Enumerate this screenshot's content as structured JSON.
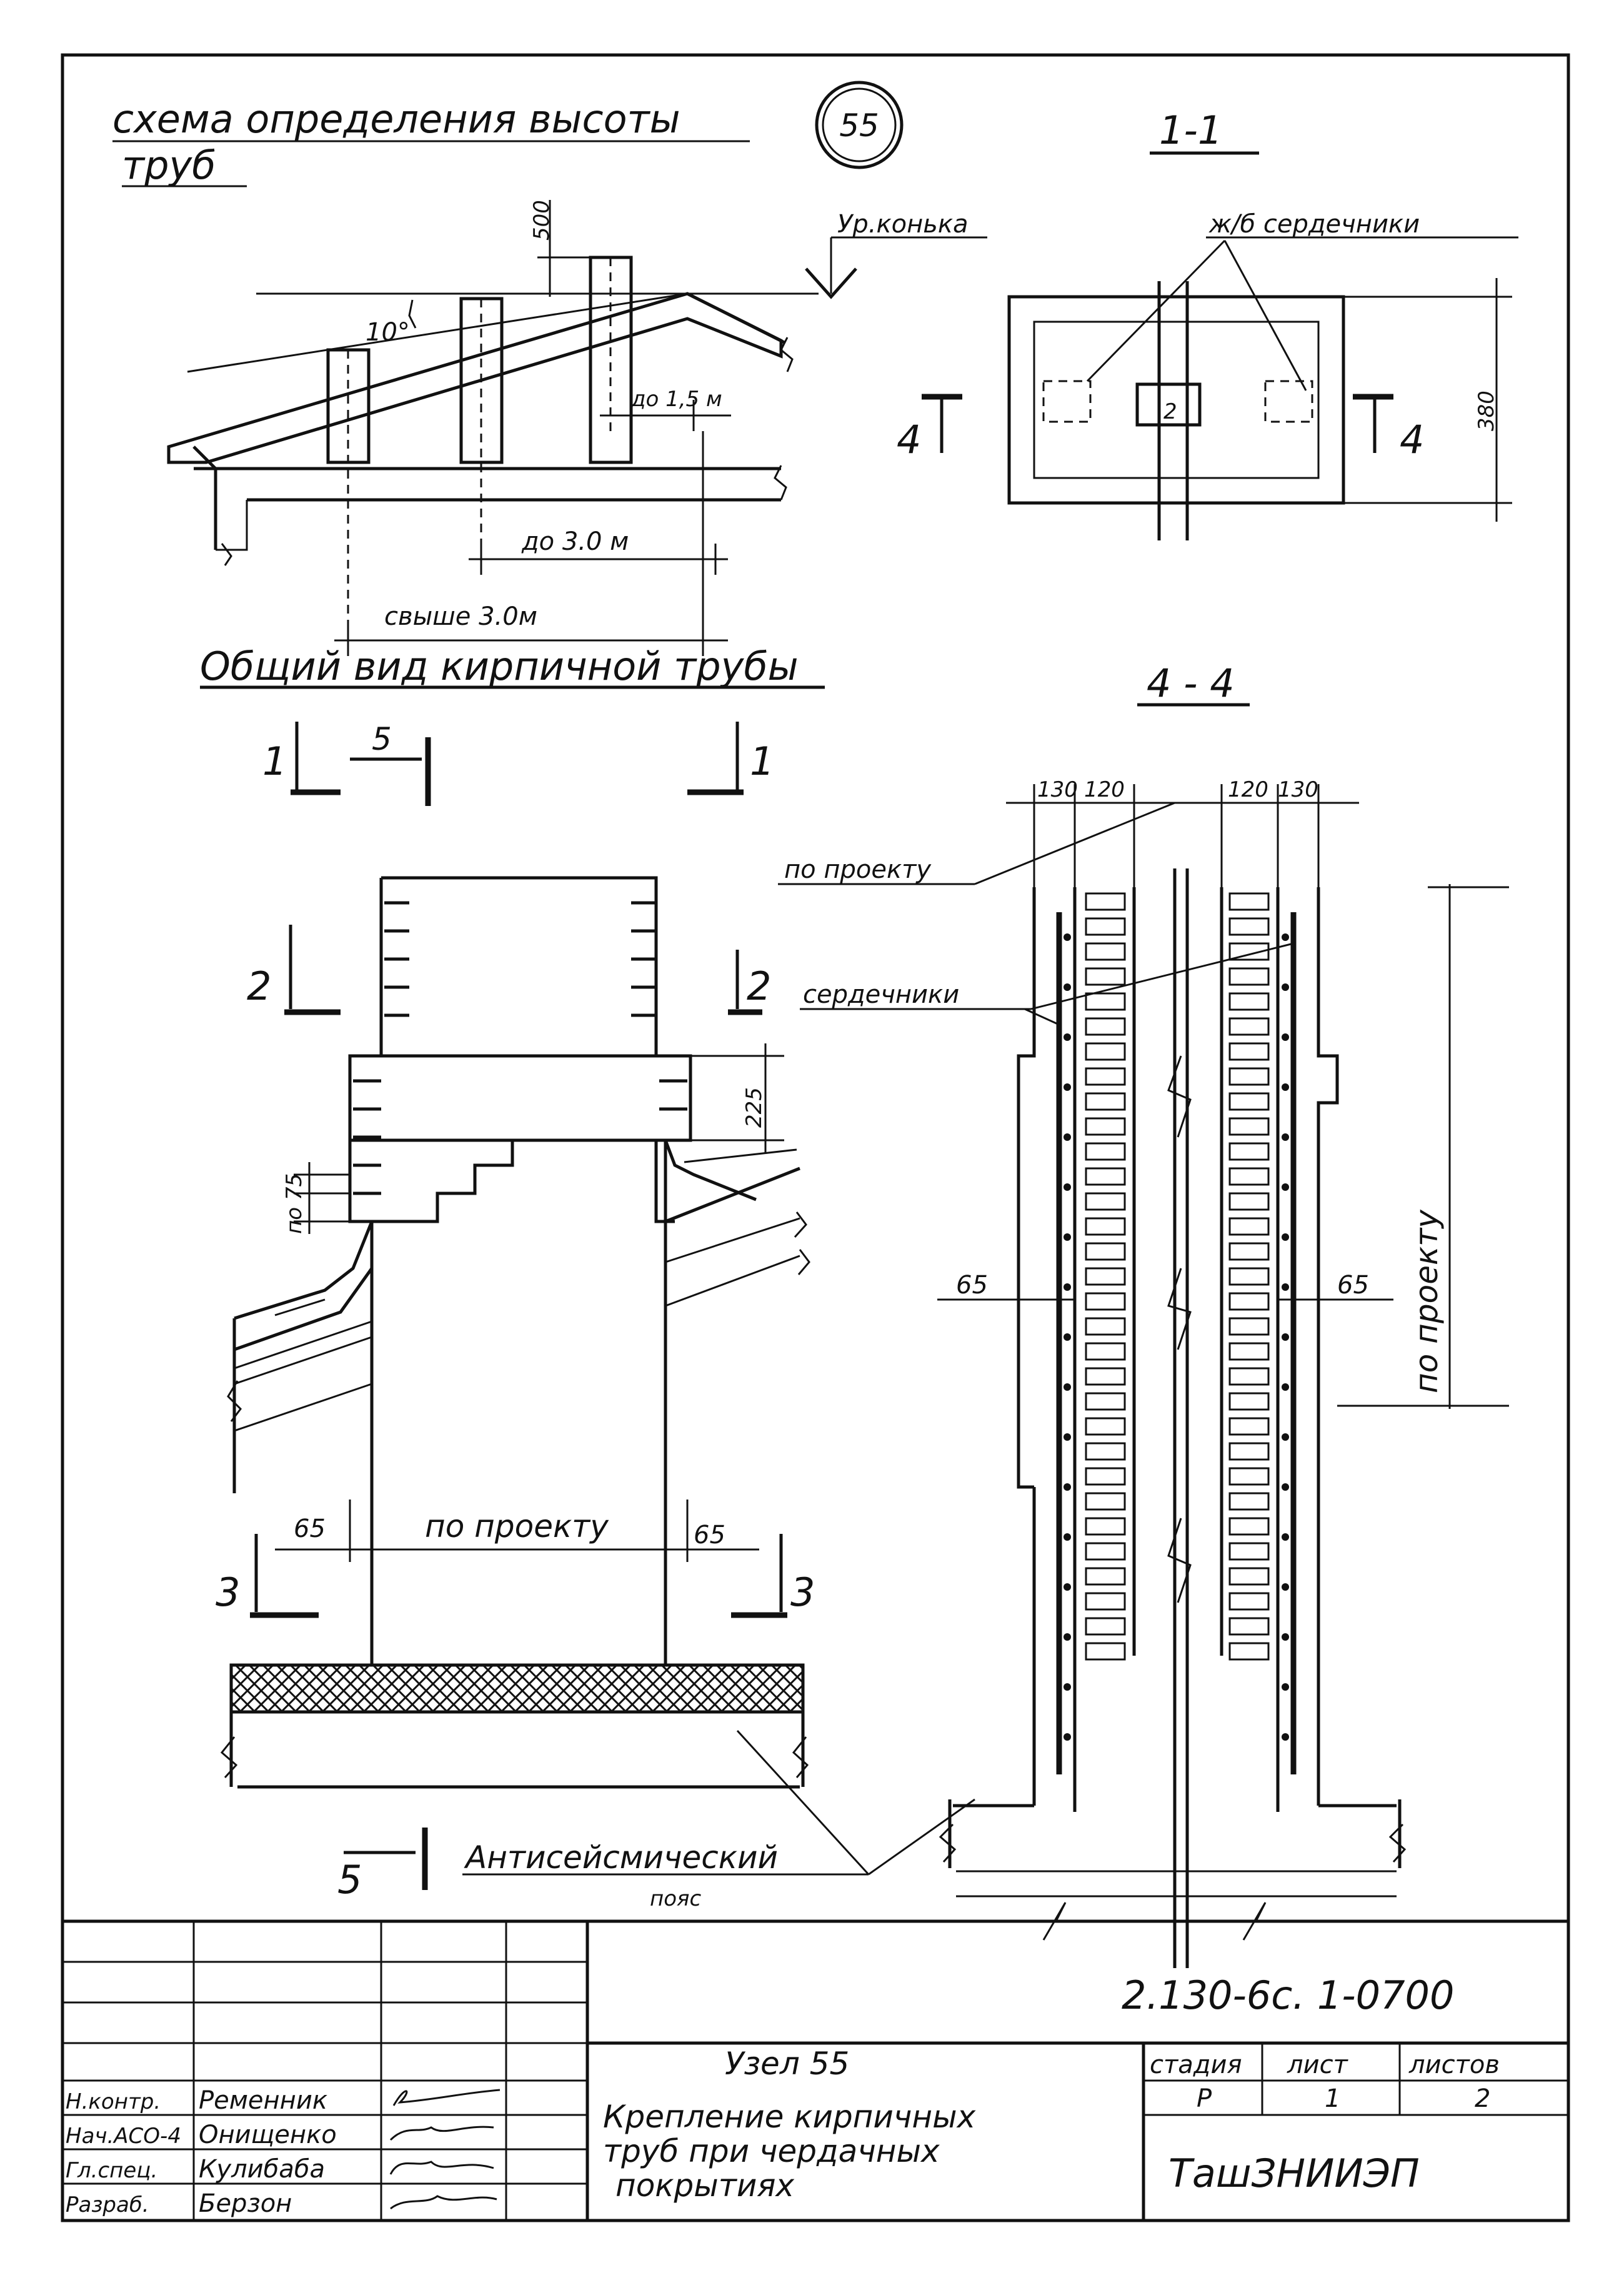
{
  "schema": {
    "title_line1": "схема определения высоты",
    "title_line2": "труб",
    "node_number": "55",
    "ridge_label": "Ур.конька",
    "dim_500": "500",
    "angle_label": "10°",
    "dim_upto_1_5": "до 1,5 м",
    "dim_upto_3_0": "до 3.0 м",
    "dim_over_3_0": "свыше 3.0м"
  },
  "section_1_1": {
    "title": "1-1",
    "cores_label": "ж/б сердечники",
    "cut_mark": "4",
    "dim_380": "380",
    "center_mark": "2"
  },
  "general_view": {
    "title": "Общий вид кирпичной трубы",
    "cut_1": "1",
    "cut_2": "2",
    "cut_3": "3",
    "cut_5": "5",
    "dim_225": "225",
    "dim_po75": "по 75",
    "dim_65": "65",
    "by_project": "по проекту",
    "belt_line1": "Антисейсмический",
    "belt_line2": "пояс"
  },
  "section_4_4": {
    "title": "4 - 4",
    "dim_130": "130",
    "dim_120": "120",
    "by_project": "по проекту",
    "cores": "сердечники",
    "dim_65": "65",
    "height_by_project": "по проекту"
  },
  "title_block": {
    "doc_code": "2.130-6с. 1-0700",
    "node": "Узел 55",
    "desc_line1": "Крепление кирпичных",
    "desc_line2": "труб при чердачных",
    "desc_line3": "покрытиях",
    "stage_header": "стадия",
    "sheet_header": "лист",
    "sheets_header": "листов",
    "stage": "Р",
    "sheet": "1",
    "sheets": "2",
    "org": "ТашЗНИИЭП",
    "roles": [
      "Н.контр.",
      "Нач.АСО-4",
      "Гл.спец.",
      "Разраб."
    ],
    "names": [
      "Ременник",
      "Онищенко",
      "Кулибаба",
      "Берзон"
    ]
  }
}
